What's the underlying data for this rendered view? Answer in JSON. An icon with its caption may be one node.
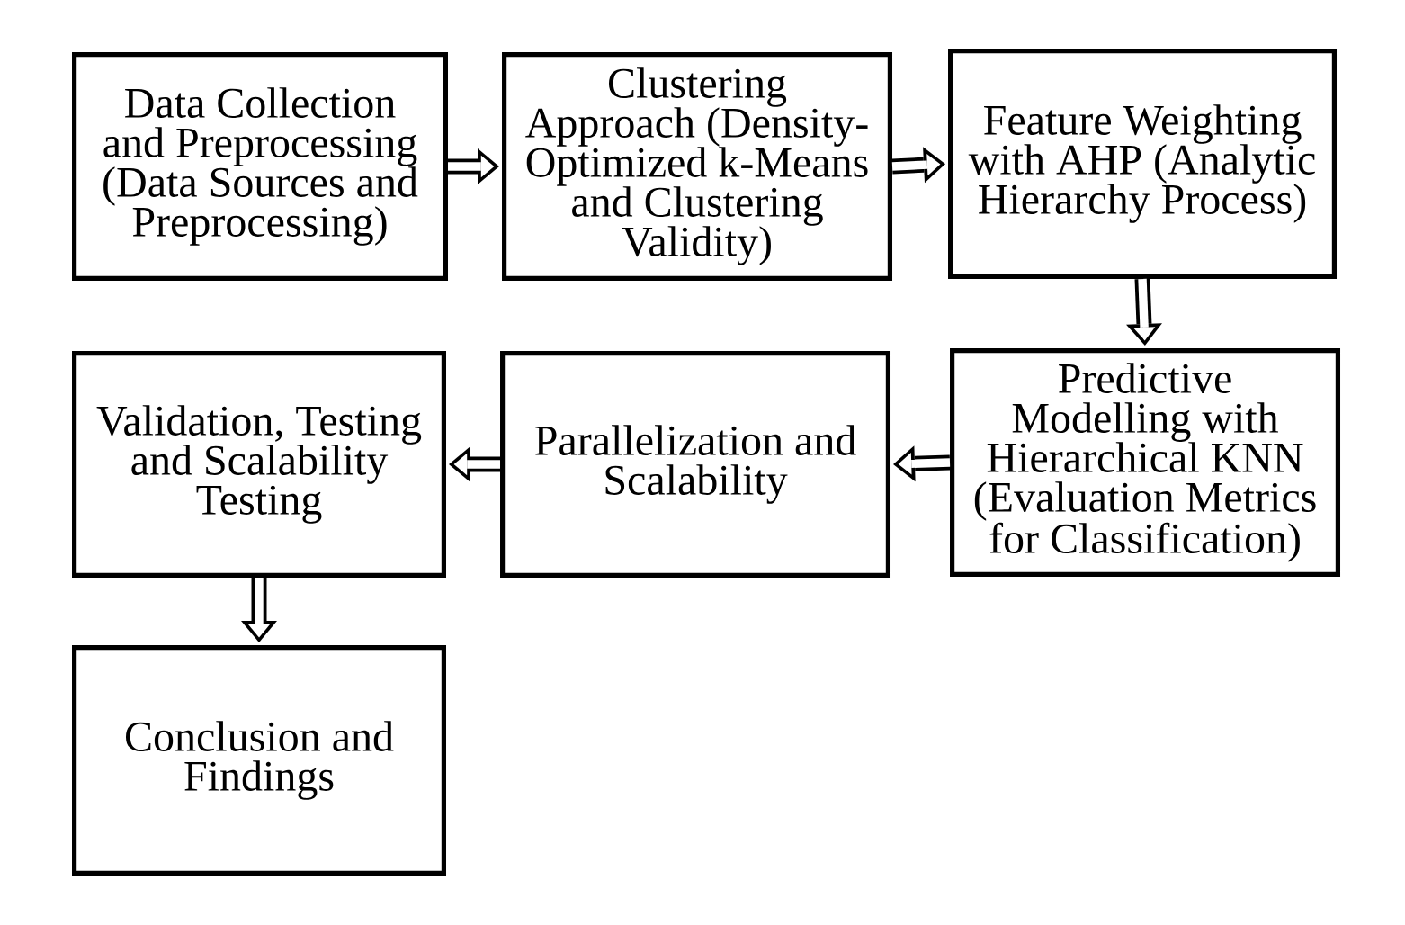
{
  "diagram": {
    "nodes": [
      {
        "text": [
          "Data Collection and Preprocessing (Data Sources and Preprocessing)"
        ]
      },
      {
        "text": [
          "Clustering Approach (Density-Optimized k-Means and Clustering Validity)"
        ]
      },
      {
        "text": [
          "Feature Weighting with AHP (Analytic Hierarchy Process)"
        ]
      },
      {
        "text": [
          "Predictive Modelling with Hierarchical KNN (Evaluation Metrics for Classification)"
        ]
      },
      {
        "text": [
          "Parallelization and Scalability"
        ]
      },
      {
        "text": [
          "Validation, Testing and Scalability Testing"
        ]
      },
      {
        "text": [
          "Conclusion and Findings"
        ]
      }
    ],
    "edges": [
      {
        "from": 0,
        "to": 1,
        "arrow": "to"
      },
      {
        "from": 1,
        "to": 2,
        "arrow": "to"
      },
      {
        "from": 2,
        "to": 3,
        "arrow": "to"
      },
      {
        "from": 3,
        "to": 4,
        "arrow": "to"
      },
      {
        "from": 4,
        "to": 5,
        "arrow": "to"
      },
      {
        "from": 5,
        "to": 6,
        "arrow": "to"
      }
    ]
  }
}
